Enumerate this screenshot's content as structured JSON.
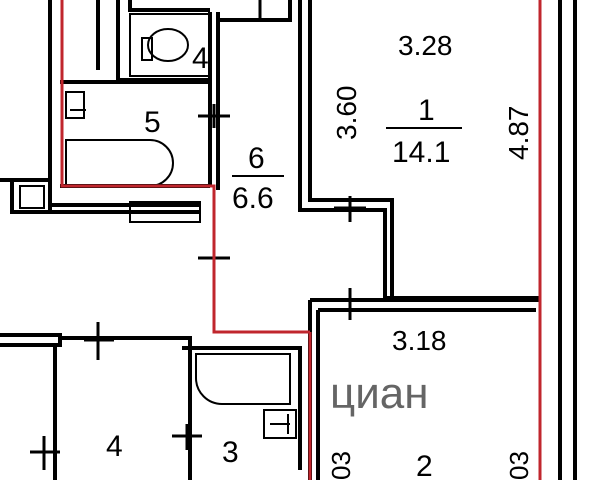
{
  "plan": {
    "rooms": [
      {
        "id": "1",
        "number": "1",
        "area": "14.1",
        "dims": {
          "top": "3.28",
          "left": "3.60",
          "right": "4.87"
        }
      },
      {
        "id": "2",
        "number": "2",
        "dims": {
          "top": "3.18",
          "left_partial": "03",
          "right_partial": "03"
        }
      },
      {
        "id": "3",
        "number": "3"
      },
      {
        "id": "4a",
        "number": "4"
      },
      {
        "id": "4b",
        "number": "4"
      },
      {
        "id": "5",
        "number": "5"
      },
      {
        "id": "6",
        "number": "6",
        "area": "6.6"
      }
    ],
    "watermark": "циан",
    "colors": {
      "walls": "#000000",
      "highlight": "#c0262d",
      "background": "#ffffff",
      "watermark": "#e8e8e8"
    }
  }
}
